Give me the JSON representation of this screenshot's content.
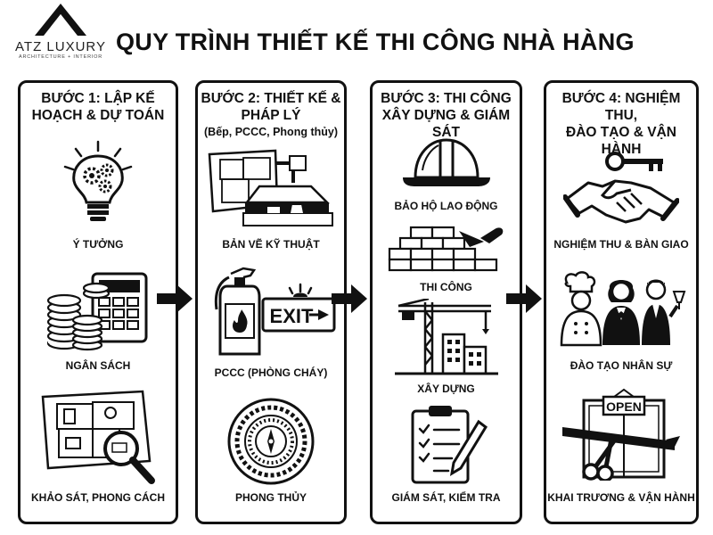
{
  "brand": {
    "name": "ATZ LUXURY",
    "tagline": "ARCHITECTURE + INTERIOR"
  },
  "title": "QUY TRÌNH THIẾT KẾ THI CÔNG NHÀ HÀNG",
  "steps": [
    {
      "title_line1": "BƯỚC 1: LẬP KẾ",
      "title_line2": "HOẠCH & DỰ TOÁN",
      "items": [
        {
          "label": "Ý TƯỞNG",
          "icon": "lightbulb-gears-icon"
        },
        {
          "label": "NGÂN SÁCH",
          "icon": "calculator-coins-icon"
        },
        {
          "label": "KHẢO SÁT, PHONG CÁCH",
          "icon": "floorplan-magnifier-icon"
        }
      ]
    },
    {
      "title_line1": "BƯỚC 2: THIẾT KẾ &",
      "title_line2": "PHÁP LÝ",
      "subtitle": "(Bếp, PCCC, Phong thủy)",
      "items": [
        {
          "label": "BẢN VẼ KỸ THUẬT",
          "icon": "blueprint-kitchen-icon"
        },
        {
          "label": "PCCC (PHÒNG CHÁY)",
          "icon": "fire-extinguisher-exit-icon",
          "sign": "EXIT"
        },
        {
          "label": "PHONG THỦY",
          "icon": "feng-shui-compass-icon"
        }
      ]
    },
    {
      "title_line1": "BƯỚC 3: THI CÔNG",
      "title_line2": "XÂY DỰNG & GIÁM SÁT",
      "items": [
        {
          "label": "BẢO HỘ LAO ĐỘNG",
          "icon": "hard-hat-icon"
        },
        {
          "label": "THI CÔNG",
          "icon": "bricks-trowel-icon"
        },
        {
          "label": "XÂY DỰNG",
          "icon": "crane-building-icon"
        },
        {
          "label": "GIÁM SÁT, KIỂM TRA",
          "icon": "clipboard-checklist-icon"
        }
      ]
    },
    {
      "title_line1": "BƯỚC 4: NGHIỆM THU,",
      "title_line2": "ĐÀO TẠO & VẬN HÀNH",
      "items": [
        {
          "label": "NGHIỆM THU & BÀN GIAO",
          "icon": "key-handshake-icon"
        },
        {
          "label": "ĐÀO TẠO NHÂN SỰ",
          "icon": "restaurant-staff-icon"
        },
        {
          "label": "KHAI TRƯƠNG & VẬN HÀNH",
          "icon": "open-sign-scissors-icon",
          "sign": "OPEN"
        }
      ]
    }
  ]
}
